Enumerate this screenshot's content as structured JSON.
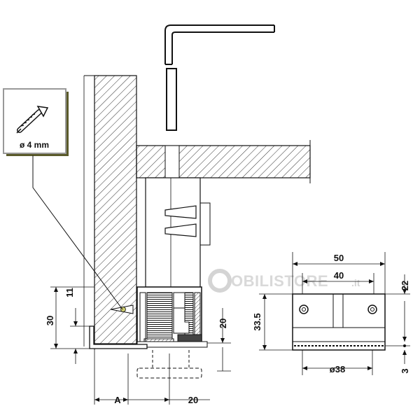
{
  "callout": {
    "screw_icon": "screw-icon",
    "label": "ø 4 mm"
  },
  "watermark": {
    "text": "OBILISTORE",
    "suffix": ".it"
  },
  "dimensions": {
    "top_width": "50",
    "inner_width": "40",
    "right_upper": "22",
    "left_height": "33.5",
    "base_diameter": "ø38",
    "right_lower": "3",
    "side_11": "11",
    "side_30": "30",
    "mid_20": "20",
    "bottom_A": "A",
    "bottom_20": "20"
  }
}
